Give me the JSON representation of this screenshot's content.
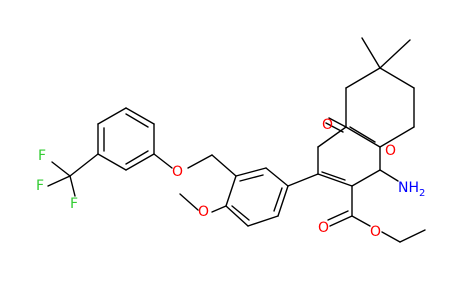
{
  "diagram": {
    "type": "chemical-structure",
    "colors": {
      "carbon_bonds": "#000000",
      "oxygen": "#ff0000",
      "nitrogen": "#0000ff",
      "fluorine": "#33cc33",
      "background": "#ffffff"
    },
    "labels": {
      "ketone_o": "O",
      "ring_o": "O",
      "amine": "NH",
      "amine_sub": "2",
      "ester_o_carbonyl": "O",
      "ester_o_ether": "O",
      "methoxy_o": "O",
      "ether_o": "O",
      "f1": "F",
      "f2": "F",
      "f3": "F"
    }
  }
}
